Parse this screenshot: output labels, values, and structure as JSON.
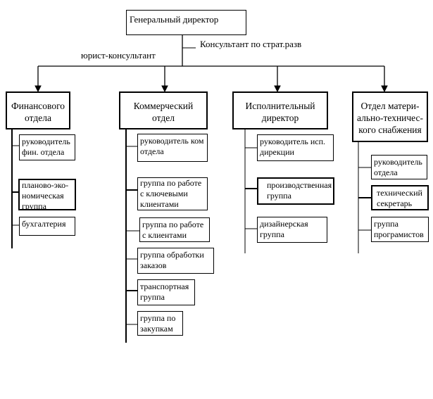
{
  "top": {
    "title": "Генеральный директор"
  },
  "advisors": {
    "strategy": "Консультант по страт.разв",
    "lawyer": "юрист-консультант"
  },
  "departments": [
    {
      "title": "Финансового\nотдела",
      "units": [
        "руководитель\nфин. отдела",
        "планово-эко-\nномическая\nгруппа",
        "бухгалтерия"
      ]
    },
    {
      "title": "Коммерческий\nотдел",
      "units": [
        "руководитель ком\nотдела",
        "группа по работе\nс ключевыми\nклиентами",
        "группа по работе\nс клиентами",
        "группа обработки\nзаказов",
        "транспортная\nгруппа",
        "группа по\nзакупкам"
      ]
    },
    {
      "title": "Исполнительный\nдиректор",
      "units": [
        "руководитель исп.\nдирекции",
        "производственная\nгруппа",
        "дизайнерская\nгруппа"
      ]
    },
    {
      "title": "Отдел матери-\nально-техничес-\nкого снабжения",
      "units": [
        "руководитель\nотдела",
        "технический\nсекретарь",
        "группа\nпрограмистов"
      ]
    }
  ]
}
